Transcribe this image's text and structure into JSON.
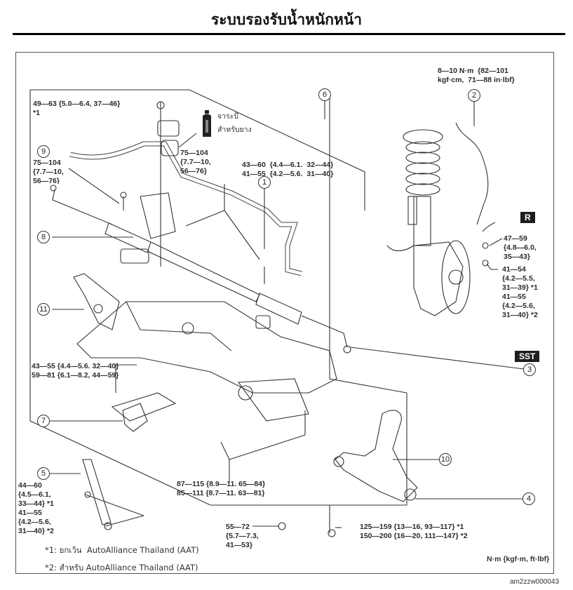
{
  "header": {
    "title": "ระบบรองรับน้ำหนักหน้า"
  },
  "torque_specs": {
    "stabilizer_bracket": "49—63 {5.0—6.4, 37—46}\n*1",
    "stabilizer_link_9": "75—104\n{7.7—10,\n56—76}",
    "steering_gear": "75—104\n{7.7—10,\n56—76}",
    "link_nut_1": "43—60  {4.4—6.1.  32—44}\n41—55  {4.2—5.6.  31—40}",
    "abs_sensor_2": "8—10 N·m  {82—101\nkgf·cm,  71—88 in·lbf}",
    "knuckle_nut": "47—59\n{4.8—6.0,\n35—43}",
    "caliper_bolt": "41—54\n{4.2—5.5,\n31—39} *1\n41—55\n{4.2—5.6,\n31—40} *2",
    "crossmember_bolt": "43—55 {4.4—5.6. 32—40}\n59—81 {6.1—8.2, 44—59}",
    "bracket_5": "44—60\n{4.5—6.1,\n33—44} *1\n41—55\n{4.2—5.6,\n31—40} *2",
    "lower_arm_bolts": "87—115 {8.9—11. 65—84}\n85—111 {8.7—11. 63—81}",
    "ball_joint_nut": "55—72\n{5.7—7.3,\n41—53}",
    "subframe_bolt": "125—159 {13—16, 93—117} *1\n150—200 {16—20, 111—147} *2"
  },
  "grease": {
    "label": "จาระบี\nสำหรับยาง",
    "icon": "grease-bottle-icon"
  },
  "badges": {
    "replace": "R",
    "special_tool": "SST"
  },
  "callouts": [
    "1",
    "2",
    "3",
    "4",
    "5",
    "6",
    "7",
    "8",
    "9",
    "10",
    "11"
  ],
  "footnotes": {
    "note1": "*1: ยกเว้น  AutoAlliance Thailand (AAT)",
    "note2": "*2: สำหรับ AutoAlliance Thailand (AAT)"
  },
  "units": "N·m {kgf·m, ft·lbf}",
  "figure_id": "am2zzw000043"
}
